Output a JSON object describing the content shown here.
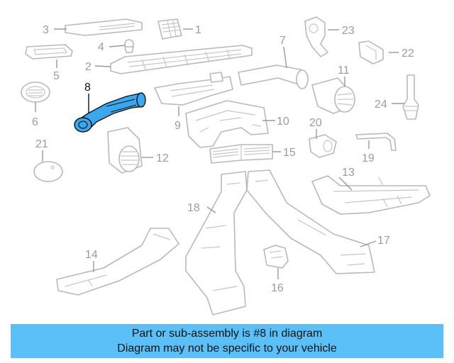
{
  "diagram": {
    "highlighted_part": "8",
    "callouts": [
      "1",
      "2",
      "3",
      "4",
      "5",
      "6",
      "7",
      "8",
      "9",
      "10",
      "11",
      "12",
      "13",
      "14",
      "15",
      "16",
      "17",
      "18",
      "19",
      "20",
      "21",
      "22",
      "23",
      "24"
    ]
  },
  "banner": {
    "line1": "Part or sub-assembly is #8 in diagram",
    "line2": "Diagram may not be specific to your vehicle"
  },
  "colors": {
    "highlight": "#3ba7ee",
    "banner_background": "#5bc0f8",
    "part_outline": "#b9b9b9"
  }
}
